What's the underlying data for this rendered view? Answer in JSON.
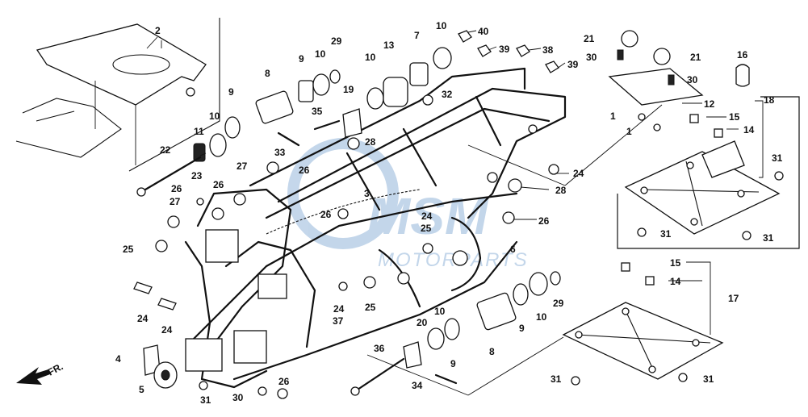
{
  "diagram": {
    "callouts": [
      {
        "id": "c2",
        "text": "2"
      },
      {
        "id": "c9a",
        "text": "9"
      },
      {
        "id": "c10a",
        "text": "10"
      },
      {
        "id": "c29a",
        "text": "29"
      },
      {
        "id": "c8a",
        "text": "8"
      },
      {
        "id": "c10b",
        "text": "10"
      },
      {
        "id": "c13",
        "text": "13"
      },
      {
        "id": "c7",
        "text": "7"
      },
      {
        "id": "c10c",
        "text": "10"
      },
      {
        "id": "c40",
        "text": "40"
      },
      {
        "id": "c39a",
        "text": "39"
      },
      {
        "id": "c38",
        "text": "38"
      },
      {
        "id": "c39b",
        "text": "39"
      },
      {
        "id": "c21a",
        "text": "21"
      },
      {
        "id": "c30a",
        "text": "30"
      },
      {
        "id": "c21b",
        "text": "21"
      },
      {
        "id": "c16",
        "text": "16"
      },
      {
        "id": "c30b",
        "text": "30"
      },
      {
        "id": "c12",
        "text": "12"
      },
      {
        "id": "c1a",
        "text": "1"
      },
      {
        "id": "c1b",
        "text": "1"
      },
      {
        "id": "c15a",
        "text": "15"
      },
      {
        "id": "c18",
        "text": "18"
      },
      {
        "id": "c14a",
        "text": "14"
      },
      {
        "id": "c31a",
        "text": "31"
      },
      {
        "id": "c9b",
        "text": "9"
      },
      {
        "id": "c10d",
        "text": "10"
      },
      {
        "id": "c19",
        "text": "19"
      },
      {
        "id": "c32",
        "text": "32"
      },
      {
        "id": "c35",
        "text": "35"
      },
      {
        "id": "c11",
        "text": "11"
      },
      {
        "id": "c33",
        "text": "33"
      },
      {
        "id": "c28a",
        "text": "28"
      },
      {
        "id": "c22",
        "text": "22"
      },
      {
        "id": "c26a",
        "text": "26"
      },
      {
        "id": "c27a",
        "text": "27"
      },
      {
        "id": "c23",
        "text": "23"
      },
      {
        "id": "c26b",
        "text": "26"
      },
      {
        "id": "c26c",
        "text": "26"
      },
      {
        "id": "c27b",
        "text": "27"
      },
      {
        "id": "c3",
        "text": "3"
      },
      {
        "id": "c24a",
        "text": "24"
      },
      {
        "id": "c28b",
        "text": "28"
      },
      {
        "id": "c26d",
        "text": "26"
      },
      {
        "id": "c26e",
        "text": "26"
      },
      {
        "id": "c24b",
        "text": "24"
      },
      {
        "id": "c25a",
        "text": "25"
      },
      {
        "id": "c6",
        "text": "6"
      },
      {
        "id": "c25b",
        "text": "25"
      },
      {
        "id": "c31b",
        "text": "31"
      },
      {
        "id": "c31c",
        "text": "31"
      },
      {
        "id": "c15b",
        "text": "15"
      },
      {
        "id": "c14b",
        "text": "14"
      },
      {
        "id": "c17",
        "text": "17"
      },
      {
        "id": "c24c",
        "text": "24"
      },
      {
        "id": "c24d",
        "text": "24"
      },
      {
        "id": "c24e",
        "text": "24"
      },
      {
        "id": "c25c",
        "text": "25"
      },
      {
        "id": "c37",
        "text": "37"
      },
      {
        "id": "c10e",
        "text": "10"
      },
      {
        "id": "c29b",
        "text": "29"
      },
      {
        "id": "c9c",
        "text": "9"
      },
      {
        "id": "c10f",
        "text": "10"
      },
      {
        "id": "c20",
        "text": "20"
      },
      {
        "id": "c8b",
        "text": "8"
      },
      {
        "id": "c9d",
        "text": "9"
      },
      {
        "id": "c36",
        "text": "36"
      },
      {
        "id": "c4",
        "text": "4"
      },
      {
        "id": "c5",
        "text": "5"
      },
      {
        "id": "c31d",
        "text": "31"
      },
      {
        "id": "c30c",
        "text": "30"
      },
      {
        "id": "c26f",
        "text": "26"
      },
      {
        "id": "c34",
        "text": "34"
      },
      {
        "id": "c31e",
        "text": "31"
      },
      {
        "id": "c31f",
        "text": "31"
      }
    ],
    "front_arrow_label": "FR.",
    "watermark": {
      "brand": "MSM",
      "sub": "MOTORPARTS"
    }
  }
}
